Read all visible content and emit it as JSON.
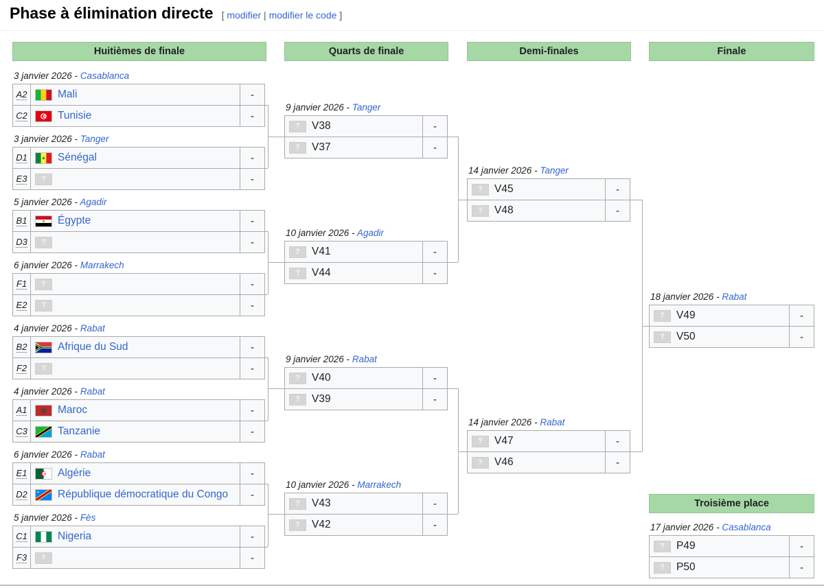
{
  "title": {
    "text": "Phase à élimination directe",
    "bracket_open": "[",
    "edit_link": "modifier",
    "separator": "|",
    "edit_code_link": "modifier le code",
    "bracket_close": "]"
  },
  "labels": {
    "date_city_separator": " - ",
    "unknown_mark": "?"
  },
  "colors": {
    "header_green": "#a6d8a6",
    "link_blue": "#3366cc",
    "border_gray": "#aaaaaa",
    "row_background": "#f8f9fa"
  },
  "headers": [
    {
      "label": "Huitièmes de finale"
    },
    {
      "label": "Quarts de finale"
    },
    {
      "label": "Demi-finales"
    },
    {
      "label": "Finale"
    },
    {
      "label": "Troisième place"
    }
  ],
  "rounds": {
    "huitiemes": [
      {
        "date": "3 janvier 2026",
        "city": "Casablanca",
        "rows": [
          {
            "seed": "A2",
            "team": "Mali",
            "flag": "mali-flag-icon",
            "is_link": true,
            "score": "-"
          },
          {
            "seed": "C2",
            "team": "Tunisie",
            "flag": "tunisie-flag-icon",
            "is_link": true,
            "score": "-"
          }
        ]
      },
      {
        "date": "3 janvier 2026",
        "city": "Tanger",
        "rows": [
          {
            "seed": "D1",
            "team": "Sénégal",
            "flag": "senegal-flag-icon",
            "is_link": true,
            "score": "-"
          },
          {
            "seed": "E3",
            "team": "",
            "flag": "unknown-team-icon",
            "is_link": false,
            "score": "-"
          }
        ]
      },
      {
        "date": "5 janvier 2026",
        "city": "Agadir",
        "rows": [
          {
            "seed": "B1",
            "team": "Égypte",
            "flag": "egypte-flag-icon",
            "is_link": true,
            "score": "-"
          },
          {
            "seed": "D3",
            "team": "",
            "flag": "unknown-team-icon",
            "is_link": false,
            "score": "-"
          }
        ]
      },
      {
        "date": "6 janvier 2026",
        "city": "Marrakech",
        "rows": [
          {
            "seed": "F1",
            "team": "",
            "flag": "unknown-team-icon",
            "is_link": false,
            "score": "-"
          },
          {
            "seed": "E2",
            "team": "",
            "flag": "unknown-team-icon",
            "is_link": false,
            "score": "-"
          }
        ]
      },
      {
        "date": "4 janvier 2026",
        "city": "Rabat",
        "rows": [
          {
            "seed": "B2",
            "team": "Afrique du Sud",
            "flag": "afrique-du-sud-flag-icon",
            "is_link": true,
            "score": "-"
          },
          {
            "seed": "F2",
            "team": "",
            "flag": "unknown-team-icon",
            "is_link": false,
            "score": "-"
          }
        ]
      },
      {
        "date": "4 janvier 2026",
        "city": "Rabat",
        "rows": [
          {
            "seed": "A1",
            "team": "Maroc",
            "flag": "maroc-flag-icon",
            "is_link": true,
            "score": "-"
          },
          {
            "seed": "C3",
            "team": "Tanzanie",
            "flag": "tanzanie-flag-icon",
            "is_link": true,
            "score": "-"
          }
        ]
      },
      {
        "date": "6 janvier 2026",
        "city": "Rabat",
        "rows": [
          {
            "seed": "E1",
            "team": "Algérie",
            "flag": "algerie-flag-icon",
            "is_link": true,
            "score": "-"
          },
          {
            "seed": "D2",
            "team": "République démocratique du Congo",
            "flag": "rdc-flag-icon",
            "is_link": true,
            "score": "-"
          }
        ]
      },
      {
        "date": "5 janvier 2026",
        "city": "Fès",
        "rows": [
          {
            "seed": "C1",
            "team": "Nigeria",
            "flag": "nigeria-flag-icon",
            "is_link": true,
            "score": "-"
          },
          {
            "seed": "F3",
            "team": "",
            "flag": "unknown-team-icon",
            "is_link": false,
            "score": "-"
          }
        ]
      }
    ],
    "quarts": [
      {
        "date": "9 janvier 2026",
        "city": "Tanger",
        "rows": [
          {
            "team": "V38",
            "flag": "unknown-team-icon",
            "is_link": false,
            "score": "-"
          },
          {
            "team": "V37",
            "flag": "unknown-team-icon",
            "is_link": false,
            "score": "-"
          }
        ]
      },
      {
        "date": "10 janvier 2026",
        "city": "Agadir",
        "rows": [
          {
            "team": "V41",
            "flag": "unknown-team-icon",
            "is_link": false,
            "score": "-"
          },
          {
            "team": "V44",
            "flag": "unknown-team-icon",
            "is_link": false,
            "score": "-"
          }
        ]
      },
      {
        "date": "9 janvier 2026",
        "city": "Rabat",
        "rows": [
          {
            "team": "V40",
            "flag": "unknown-team-icon",
            "is_link": false,
            "score": "-"
          },
          {
            "team": "V39",
            "flag": "unknown-team-icon",
            "is_link": false,
            "score": "-"
          }
        ]
      },
      {
        "date": "10 janvier 2026",
        "city": "Marrakech",
        "rows": [
          {
            "team": "V43",
            "flag": "unknown-team-icon",
            "is_link": false,
            "score": "-"
          },
          {
            "team": "V42",
            "flag": "unknown-team-icon",
            "is_link": false,
            "score": "-"
          }
        ]
      }
    ],
    "demis": [
      {
        "date": "14 janvier 2026",
        "city": "Tanger",
        "rows": [
          {
            "team": "V45",
            "flag": "unknown-team-icon",
            "is_link": false,
            "score": "-"
          },
          {
            "team": "V48",
            "flag": "unknown-team-icon",
            "is_link": false,
            "score": "-"
          }
        ]
      },
      {
        "date": "14 janvier 2026",
        "city": "Rabat",
        "rows": [
          {
            "team": "V47",
            "flag": "unknown-team-icon",
            "is_link": false,
            "score": "-"
          },
          {
            "team": "V46",
            "flag": "unknown-team-icon",
            "is_link": false,
            "score": "-"
          }
        ]
      }
    ],
    "finale": [
      {
        "date": "18 janvier 2026",
        "city": "Rabat",
        "rows": [
          {
            "team": "V49",
            "flag": "unknown-team-icon",
            "is_link": false,
            "score": "-"
          },
          {
            "team": "V50",
            "flag": "unknown-team-icon",
            "is_link": false,
            "score": "-"
          }
        ]
      }
    ],
    "troisieme": [
      {
        "date": "17 janvier 2026",
        "city": "Casablanca",
        "rows": [
          {
            "team": "P49",
            "flag": "unknown-team-icon",
            "is_link": false,
            "score": "-"
          },
          {
            "team": "P50",
            "flag": "unknown-team-icon",
            "is_link": false,
            "score": "-"
          }
        ]
      }
    ]
  }
}
